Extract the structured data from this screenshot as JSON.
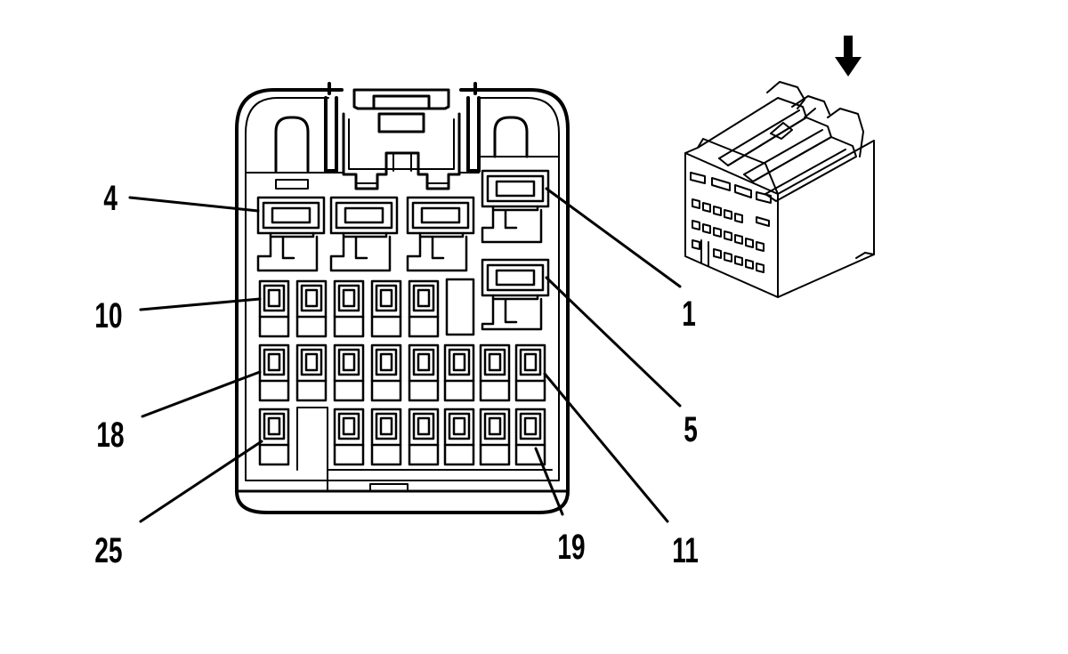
{
  "diagram": {
    "pin_labels": {
      "p4": "4",
      "p10": "10",
      "p18": "18",
      "p25": "25",
      "p1": "1",
      "p5": "5",
      "p19": "19",
      "p11": "11"
    },
    "colors": {
      "line": "#000000",
      "background": "#ffffff"
    },
    "icons": [
      "insertion-direction-arrow-icon",
      "connector-3d-view"
    ]
  }
}
